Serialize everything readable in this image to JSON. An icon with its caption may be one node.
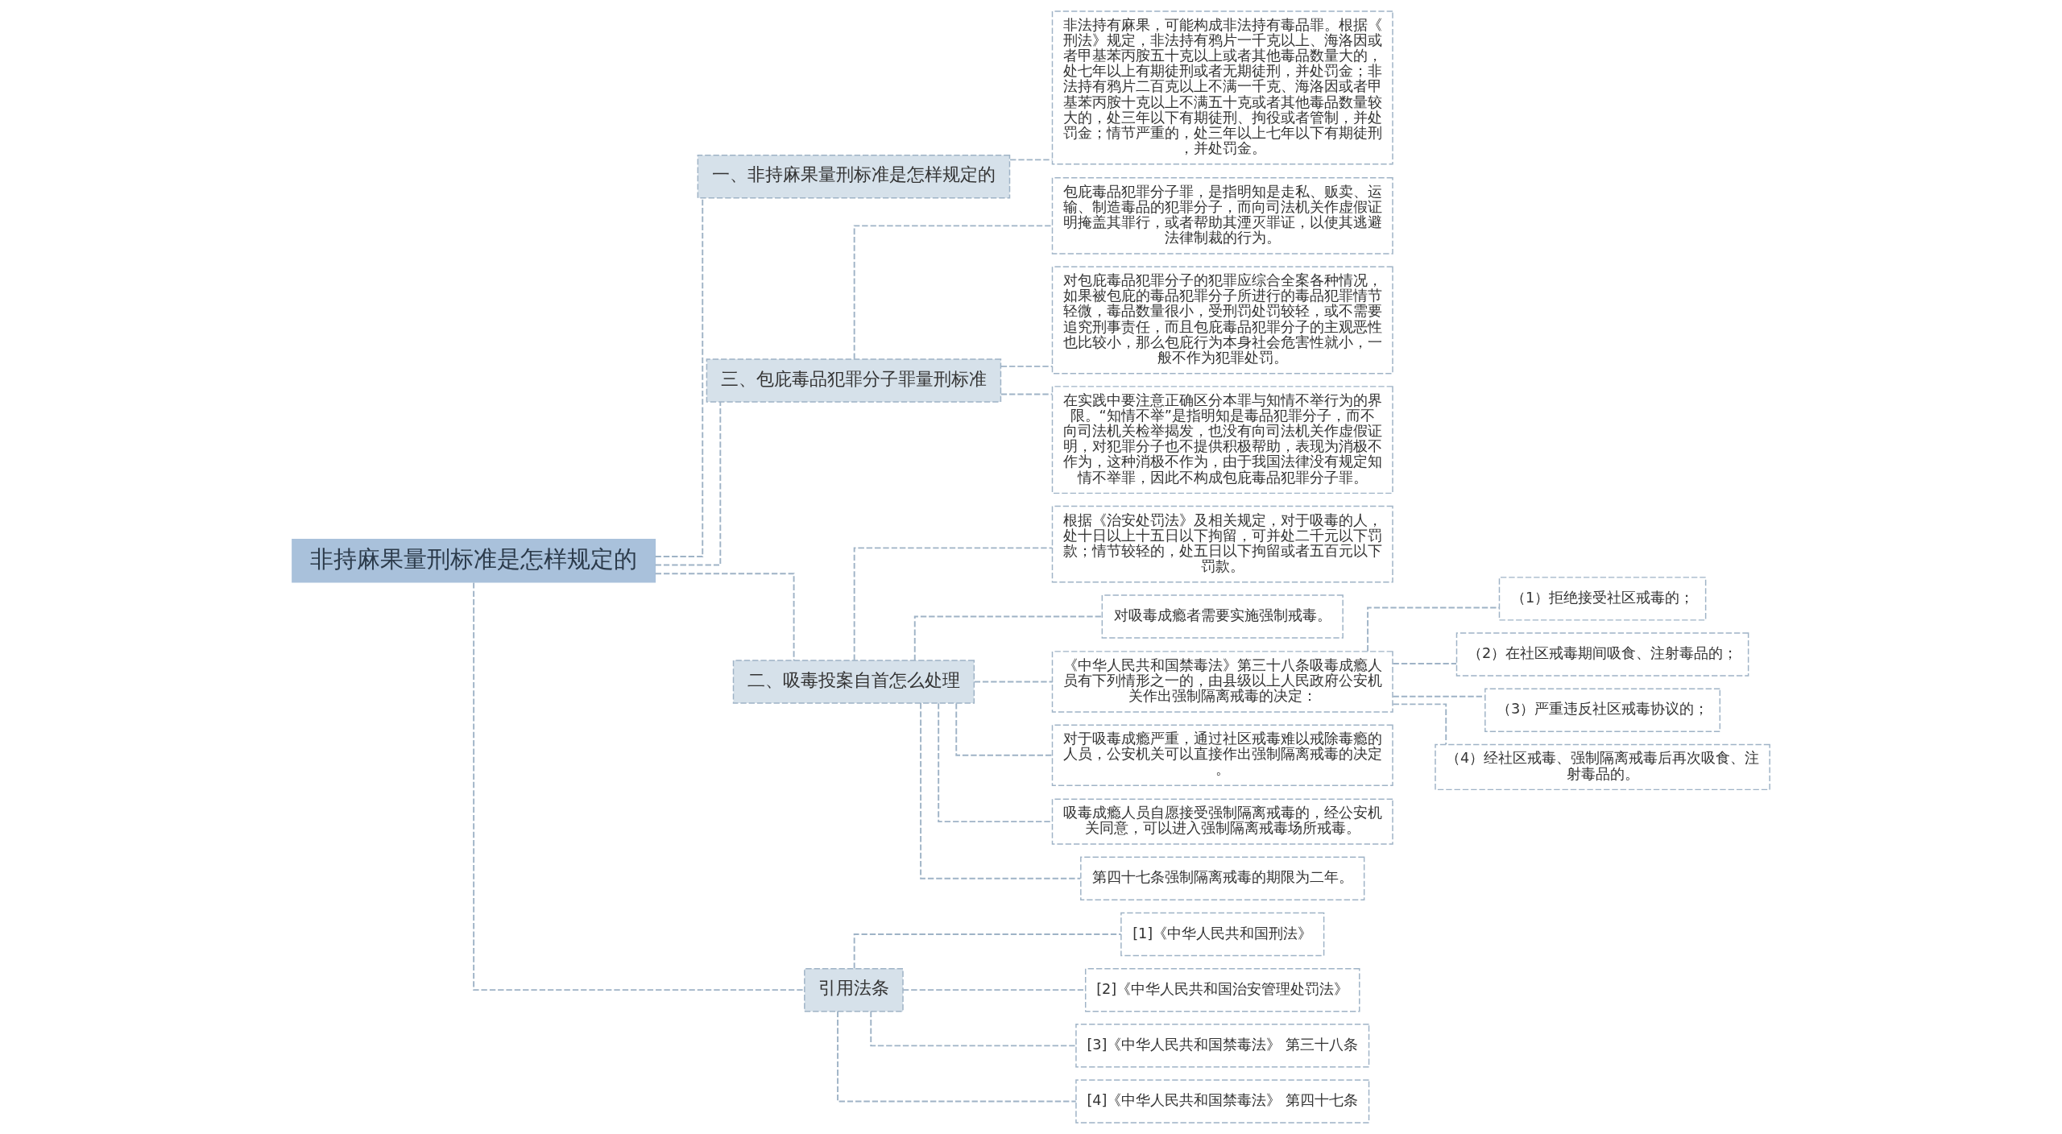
{
  "diagram": {
    "nodes": [
      {
        "text": [
          "非持麻果量刑标准是怎样规定的"
        ]
      },
      {
        "text": [
          "一、非持麻果量刑标准是怎样规定的"
        ]
      },
      {
        "text": [
          "非法持有麻果，可能构成非法持有毒品罪。根据《刑法》规定，非法持有鸦片一千克以上、海洛因或者甲基苯丙胺五十克以上或者其他毒品数量大的，处七年以上有期徒刑或者无期徒刑，并处罚金；非法持有鸦片二百克以上不满一千克、海洛因或者甲基苯丙胺十克以上不满五十克或者其他毒品数量较大的，处三年以下有期徒刑、拘役或者管制，并处罚金；情节严重的，处三年以上七年以下有期徒刑，并处罚金。"
        ]
      },
      {
        "text": [
          "三、包庇毒品犯罪分子罪量刑标准"
        ]
      },
      {
        "text": [
          "包庇毒品犯罪分子罪，是指明知是走私、贩卖、运输、制造毒品的犯罪分子，而向司法机关作虚假证明掩盖其罪行，或者帮助其湮灭罪证，以使其逃避法律制裁的行为。"
        ]
      },
      {
        "text": [
          "对包庇毒品犯罪分子的犯罪应综合全案各种情况，如果被包庇的毒品犯罪分子所进行的毒品犯罪情节轻微，毒品数量很小，受刑罚处罚较轻，或不需要追究刑事责任，而且包庇毒品犯罪分子的主观恶性也比较小，那么包庇行为本身社会危害性就小，一般不作为犯罪处罚。"
        ]
      },
      {
        "text": [
          "在实践中要注意正确区分本罪与知情不举行为的界限。“知情不举”是指明知是毒品犯罪分子，而不向司法机关检举揭发，也没有向司法机关作虚假证明，对犯罪分子也不提供积极帮助，表现为消极不作为，这种消极不作为，由于我国法律没有规定知情不举罪，因此不构成包庇毒品犯罪分子罪。"
        ]
      },
      {
        "text": [
          "二、吸毒投案自首怎么处理"
        ]
      },
      {
        "text": [
          "根据《治安处罚法》及相关规定，对于吸毒的人，处十日以上十五日以下拘留，可并处二千元以下罚款；情节较轻的，处五日以下拘留或者五百元以下罚款。"
        ]
      },
      {
        "text": [
          "对吸毒成瘾者需要实施强制戒毒。"
        ]
      },
      {
        "text": [
          "《中华人民共和国禁毒法》第三十八条吸毒成瘾人员有下列情形之一的，由县级以上人民政府公安机关作出强制隔离戒毒的决定："
        ]
      },
      {
        "text": [
          "（1）拒绝接受社区戒毒的；"
        ]
      },
      {
        "text": [
          "（2）在社区戒毒期间吸食、注射毒品的；"
        ]
      },
      {
        "text": [
          "（3）严重违反社区戒毒协议的；"
        ]
      },
      {
        "text": [
          "（4）经社区戒毒、强制隔离戒毒后再次吸食、注射毒品的。"
        ]
      },
      {
        "text": [
          "对于吸毒成瘾严重，通过社区戒毒难以戒除毒瘾的人员，公安机关可以直接作出强制隔离戒毒的决定。"
        ]
      },
      {
        "text": [
          "吸毒成瘾人员自愿接受强制隔离戒毒的，经公安机关同意，可以进入强制隔离戒毒场所戒毒。"
        ]
      },
      {
        "text": [
          "第四十七条强制隔离戒毒的期限为二年。"
        ]
      },
      {
        "text": [
          "引用法条"
        ]
      },
      {
        "text": [
          "[1]《中华人民共和国刑法》"
        ]
      },
      {
        "text": [
          "[2]《中华人民共和国治安管理处罚法》"
        ]
      },
      {
        "text": [
          "[3]《中华人民共和国禁毒法》 第三十八条"
        ]
      },
      {
        "text": [
          "[4]《中华人民共和国禁毒法》 第四十七条"
        ]
      }
    ],
    "edges": [
      {
        "from": 0,
        "to": 1,
        "arrow": "none"
      },
      {
        "from": 1,
        "to": 2,
        "arrow": "none"
      },
      {
        "from": 0,
        "to": 3,
        "arrow": "none"
      },
      {
        "from": 3,
        "to": 4,
        "arrow": "none"
      },
      {
        "from": 3,
        "to": 5,
        "arrow": "none"
      },
      {
        "from": 3,
        "to": 6,
        "arrow": "none"
      },
      {
        "from": 0,
        "to": 7,
        "arrow": "none"
      },
      {
        "from": 7,
        "to": 8,
        "arrow": "none"
      },
      {
        "from": 7,
        "to": 9,
        "arrow": "none"
      },
      {
        "from": 7,
        "to": 10,
        "arrow": "none"
      },
      {
        "from": 10,
        "to": 11,
        "arrow": "none"
      },
      {
        "from": 10,
        "to": 12,
        "arrow": "none"
      },
      {
        "from": 10,
        "to": 13,
        "arrow": "none"
      },
      {
        "from": 10,
        "to": 14,
        "arrow": "none"
      },
      {
        "from": 7,
        "to": 15,
        "arrow": "none"
      },
      {
        "from": 7,
        "to": 16,
        "arrow": "none"
      },
      {
        "from": 7,
        "to": 17,
        "arrow": "none"
      },
      {
        "from": 0,
        "to": 18,
        "arrow": "none"
      },
      {
        "from": 18,
        "to": 19,
        "arrow": "none"
      },
      {
        "from": 18,
        "to": 20,
        "arrow": "none"
      },
      {
        "from": 18,
        "to": 21,
        "arrow": "none"
      },
      {
        "from": 18,
        "to": 22,
        "arrow": "none"
      }
    ]
  }
}
